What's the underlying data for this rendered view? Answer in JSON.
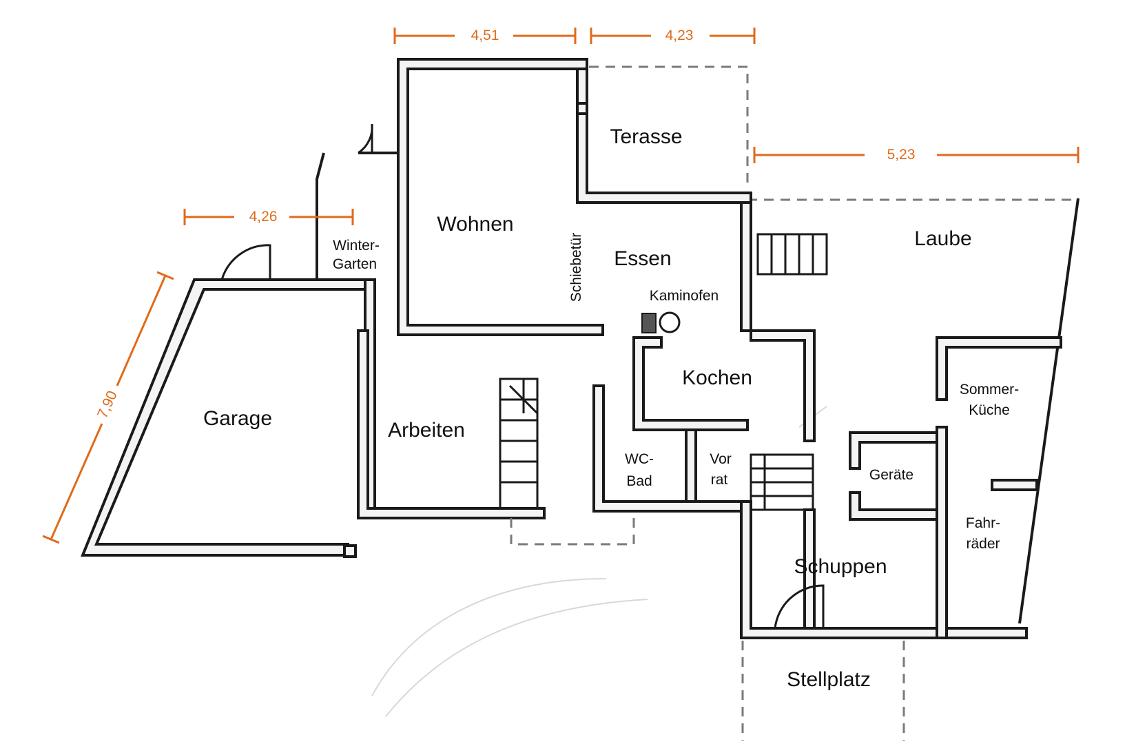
{
  "rooms": {
    "terasse": "Terasse",
    "wohnen": "Wohnen",
    "essen": "Essen",
    "laube": "Laube",
    "wintergarten_line1": "Winter-",
    "wintergarten_line2": "Garten",
    "schiebetuer": "Schiebetür",
    "kaminofen": "Kaminofen",
    "kochen": "Kochen",
    "garage": "Garage",
    "arbeiten": "Arbeiten",
    "sommerkueche_line1": "Sommer-",
    "sommerkueche_line2": "Küche",
    "wcbad_line1": "WC-",
    "wcbad_line2": "Bad",
    "vorrat_line1": "Vor",
    "vorrat_line2": "rat",
    "geraete": "Geräte",
    "fahrraeder_line1": "Fahr-",
    "fahrraeder_line2": "räder",
    "schuppen": "Schuppen",
    "stellplatz": "Stellplatz"
  },
  "dimensions": {
    "wohnen_width": "4,51",
    "terasse_width": "4,23",
    "laube_width": "5,23",
    "wintergarten_width": "4,26",
    "garage_length": "7,90"
  },
  "colors": {
    "dimension": "#e06a1a",
    "wall": "#1a1a1a"
  }
}
